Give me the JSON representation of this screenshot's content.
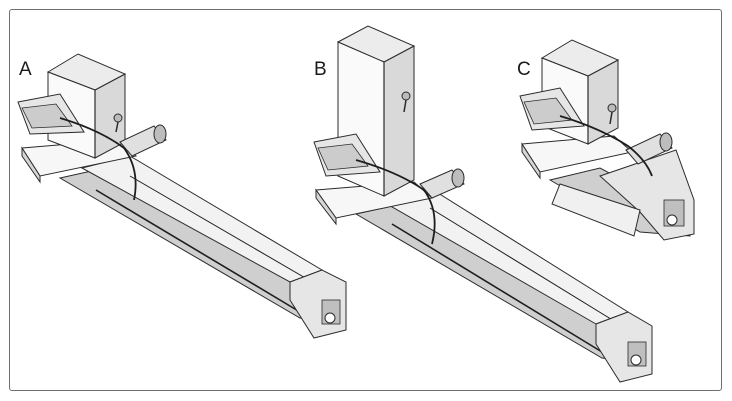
{
  "figure": {
    "panels": [
      {
        "id": "A",
        "label": "A",
        "variant": "short-box-long-rail"
      },
      {
        "id": "B",
        "label": "B",
        "variant": "tall-box-long-rail"
      },
      {
        "id": "C",
        "label": "C",
        "variant": "short-box-short-rail"
      }
    ],
    "colors": {
      "outline": "#2b2b2b",
      "rail_face": "#f2f2f2",
      "rail_side": "#cfcfcf",
      "box_front": "#fafafa",
      "box_side": "#d9d9d9",
      "cable": "#1e1e1e",
      "frame": "#6f6f6f"
    }
  }
}
